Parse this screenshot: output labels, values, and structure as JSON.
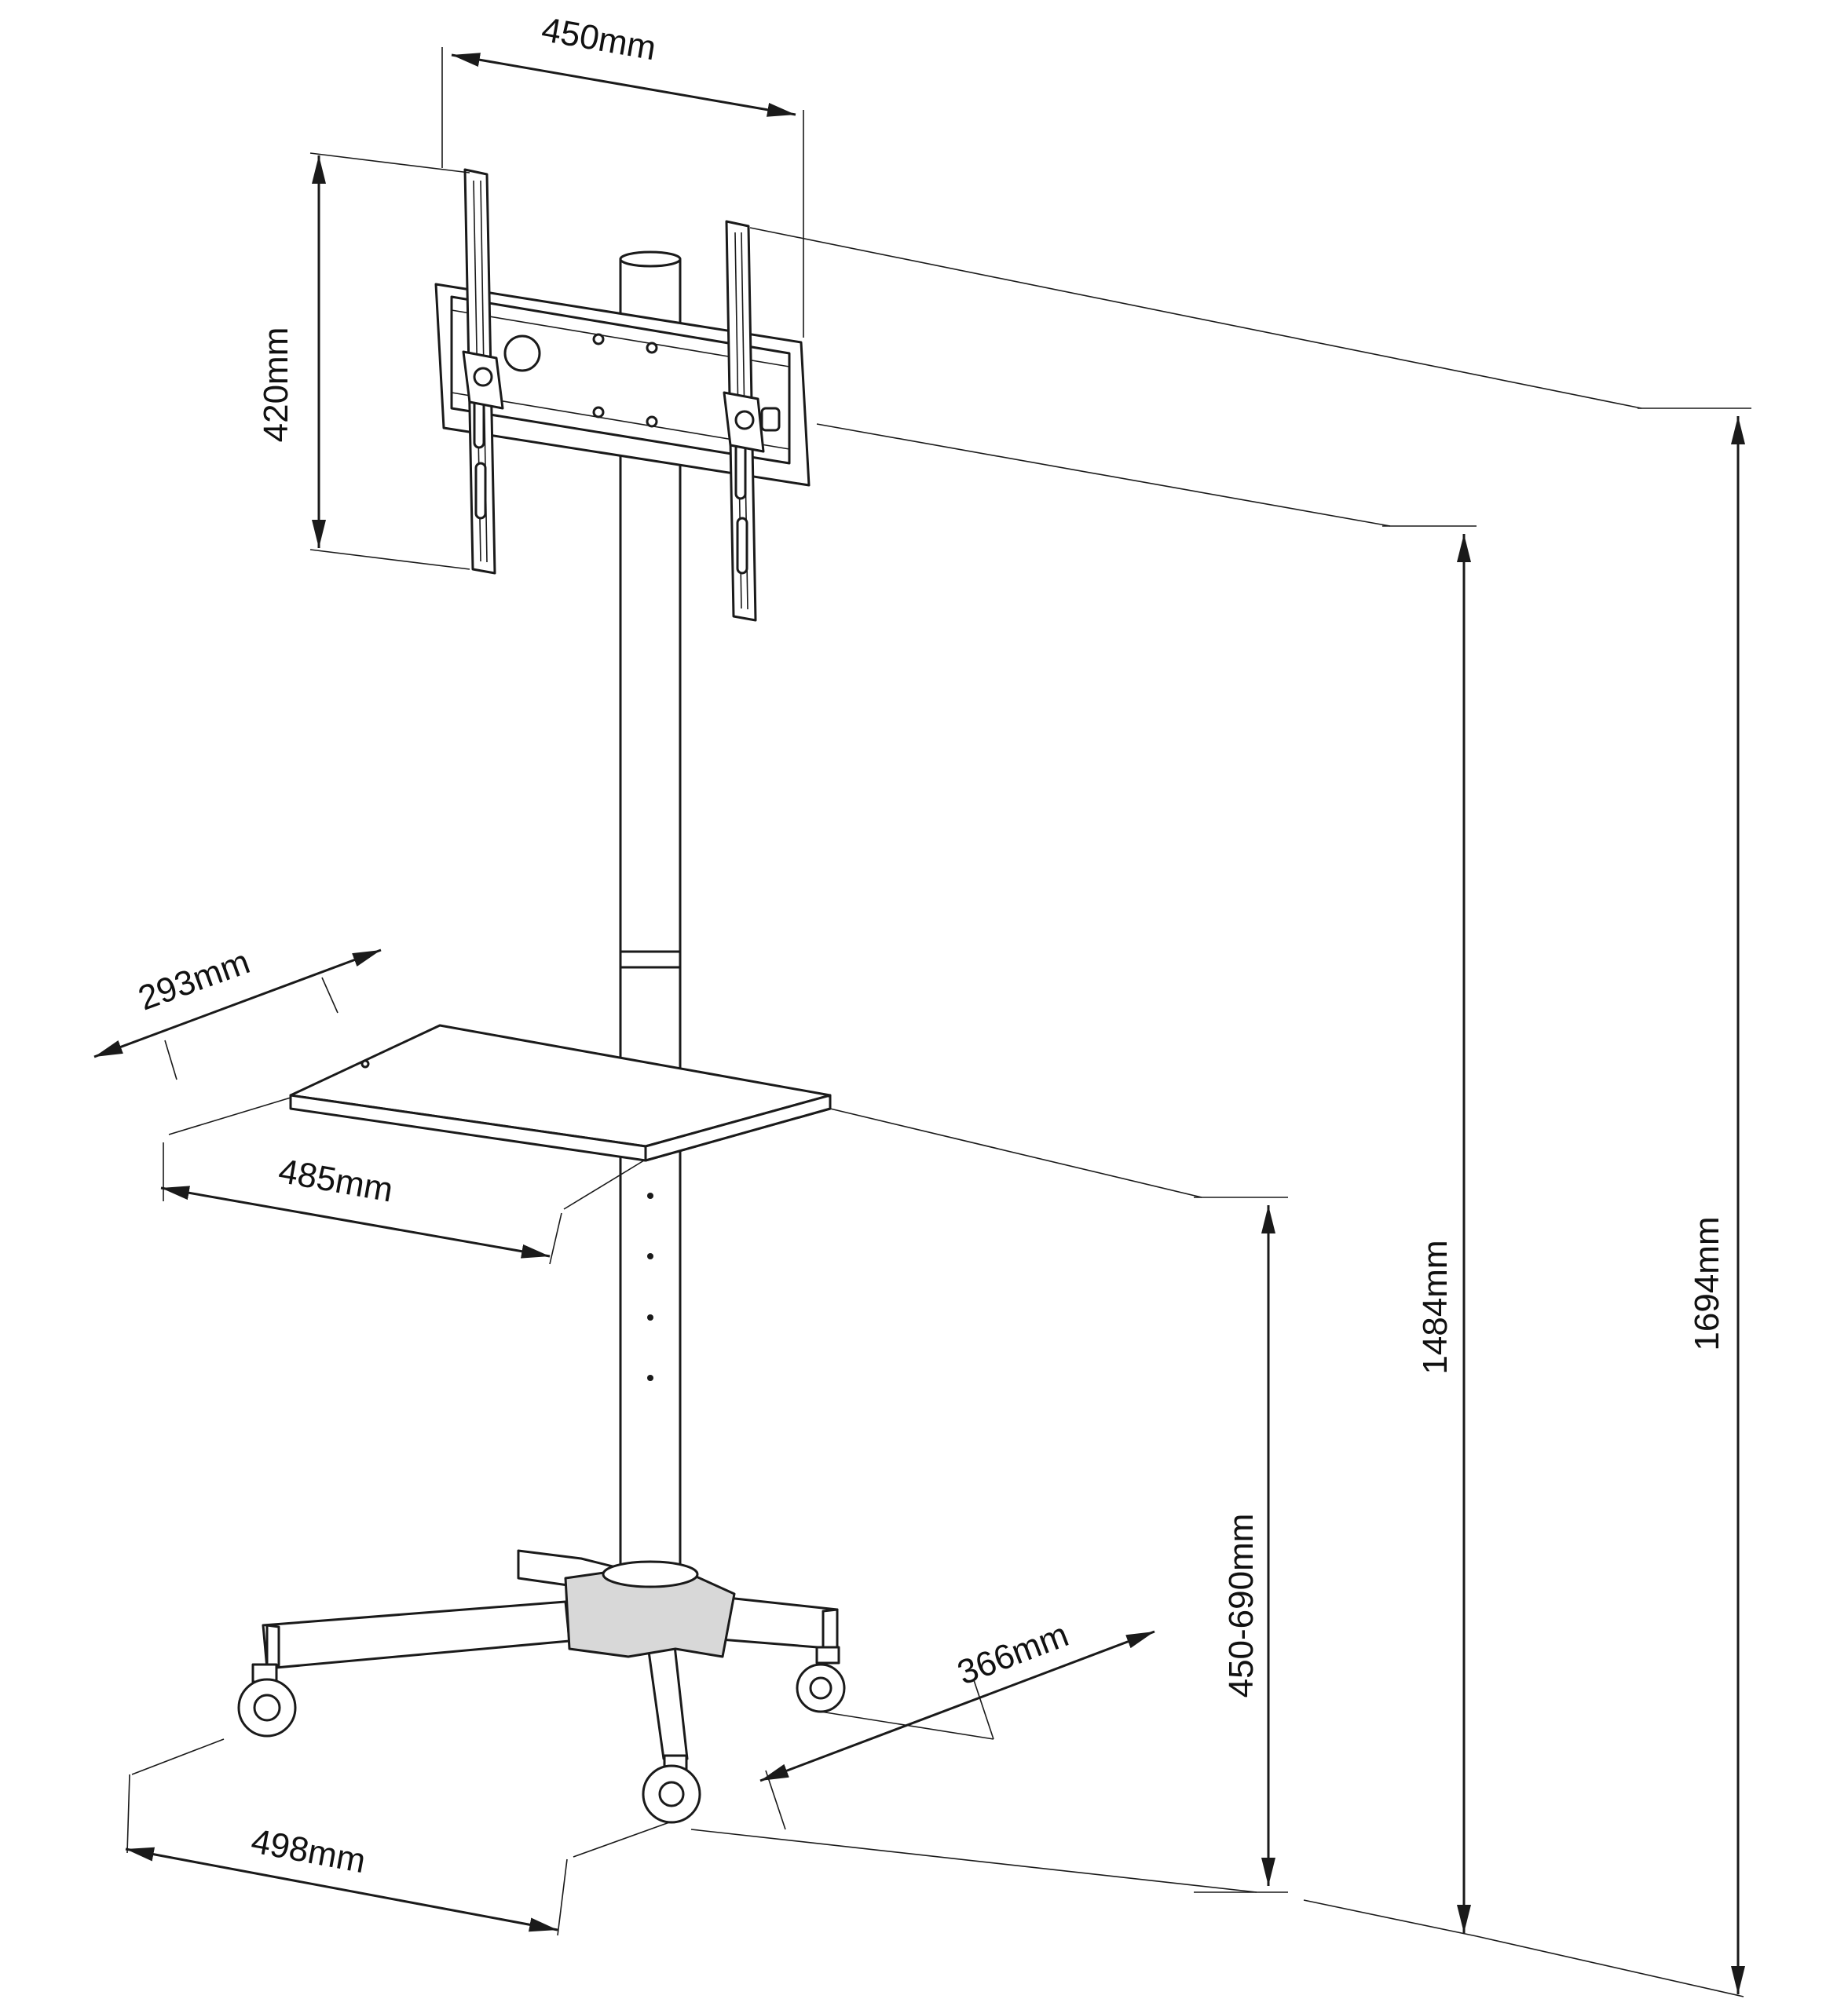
{
  "dimensions": {
    "mount_width": "450mm",
    "mount_height": "420mm",
    "shelf_depth": "293mm",
    "shelf_width": "485mm",
    "shelf_height": "450-690mm",
    "column_height": "1484mm",
    "overall_height": "1694mm",
    "base_depth": "366mm",
    "base_width": "498mm"
  }
}
